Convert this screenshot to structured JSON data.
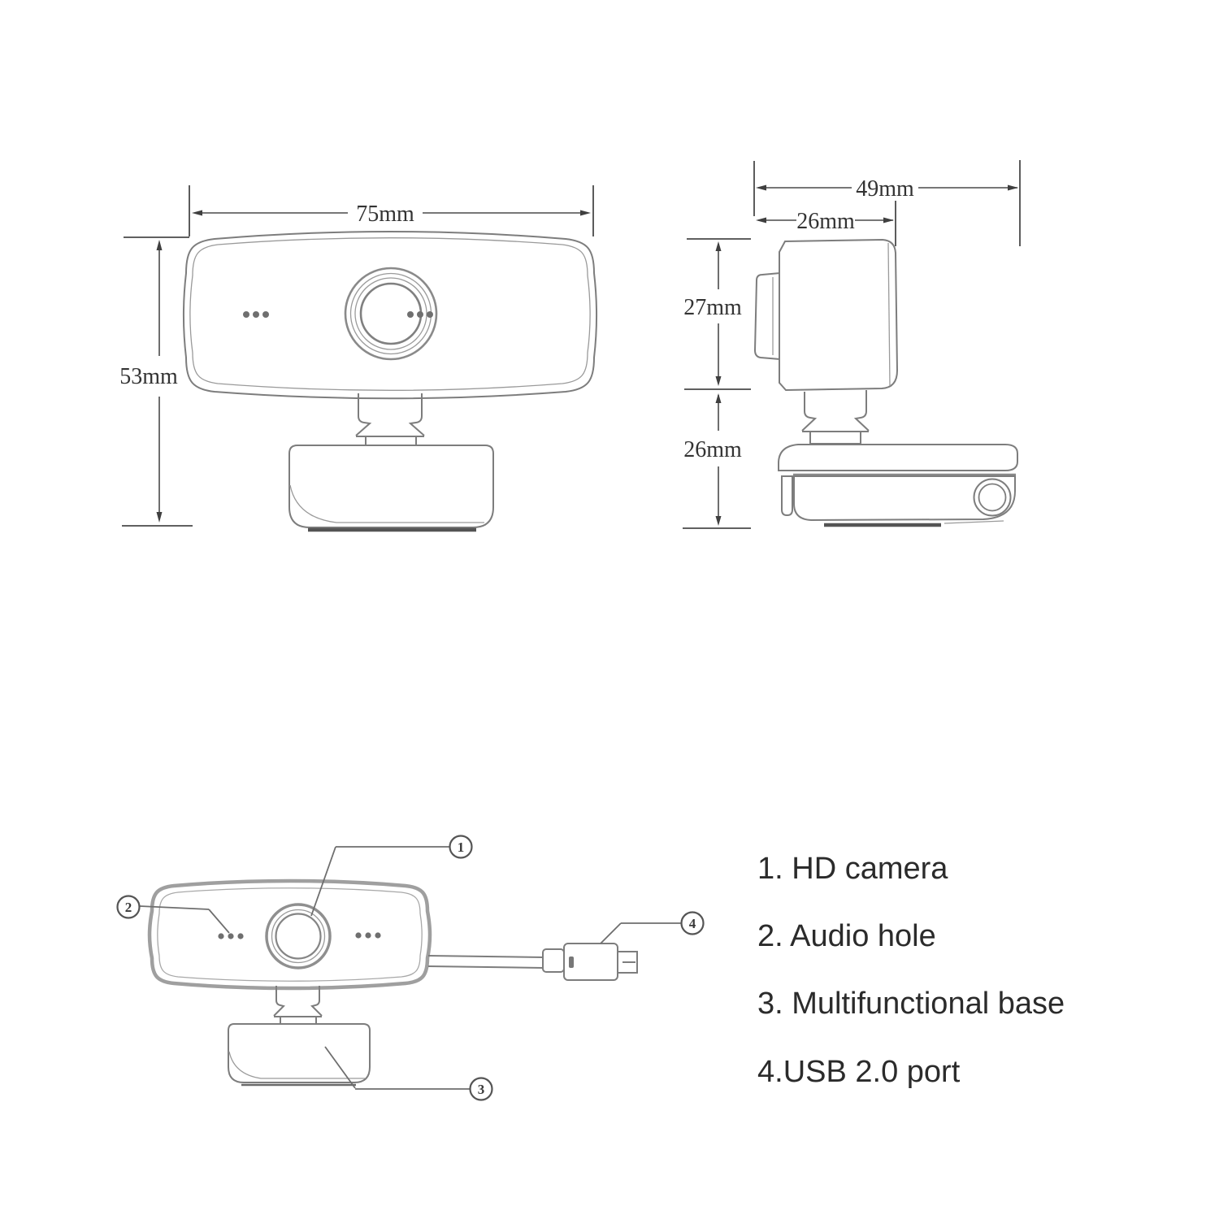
{
  "colors": {
    "drawing_outline": "#8a8a8a",
    "thick_outline": "#9f9f9f",
    "dimension_line": "#4a4a4a",
    "dimension_text": "#333333",
    "legend_text": "#2b2b2b",
    "background": "#ffffff"
  },
  "front_view": {
    "width_label": "75mm",
    "height_label": "53mm"
  },
  "side_view": {
    "total_depth_label": "49mm",
    "body_depth_label": "26mm",
    "body_height_label": "27mm",
    "base_height_label": "26mm"
  },
  "callouts": [
    {
      "number": "1"
    },
    {
      "number": "2"
    },
    {
      "number": "3"
    },
    {
      "number": "4"
    }
  ],
  "legend": [
    {
      "label": "1. HD camera"
    },
    {
      "label": "2. Audio hole"
    },
    {
      "label": "3. Multifunctional base"
    },
    {
      "label": "4.USB 2.0 port"
    }
  ]
}
